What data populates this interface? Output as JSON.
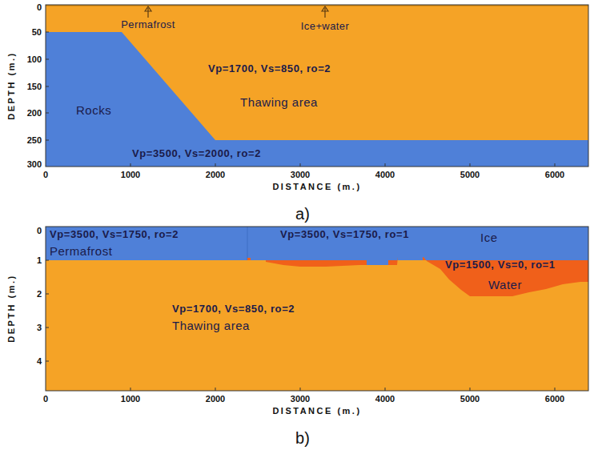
{
  "diagram": {
    "nodes": [
      {
        "text": [
          "Vp=1700, Vs=850, ro=2",
          "Thawing area"
        ]
      },
      {
        "text": [
          "Rocks",
          "Vp=3500, Vs=2000, ro=2"
        ]
      },
      {
        "text": [
          "Vp=3500, Vs=1750, ro=2",
          "Permafrost"
        ]
      },
      {
        "text": [
          "Vp=3500, Vs=1750, ro=1",
          "Ice"
        ]
      },
      {
        "text": [
          "Vp=1500, Vs=0, ro=1",
          "Water"
        ]
      },
      {
        "text": [
          "Vp=1700, Vs=850, ro=2",
          "Thawing area"
        ]
      }
    ],
    "labels": [
      "Permafrost",
      "Ice+water",
      "DEPTH (m.)",
      "0",
      "50",
      "100",
      "150",
      "200",
      "250",
      "300",
      "0",
      "1000",
      "2000",
      "3000",
      "4000",
      "5000",
      "6000",
      "DISTANCE (m.)",
      "a)",
      "DEPTH (m.)",
      "0",
      "1",
      "2",
      "3",
      "4",
      "0",
      "1000",
      "2000",
      "3000",
      "4000",
      "5000",
      "6000",
      "DISTANCE (m.)",
      "b)"
    ]
  }
}
